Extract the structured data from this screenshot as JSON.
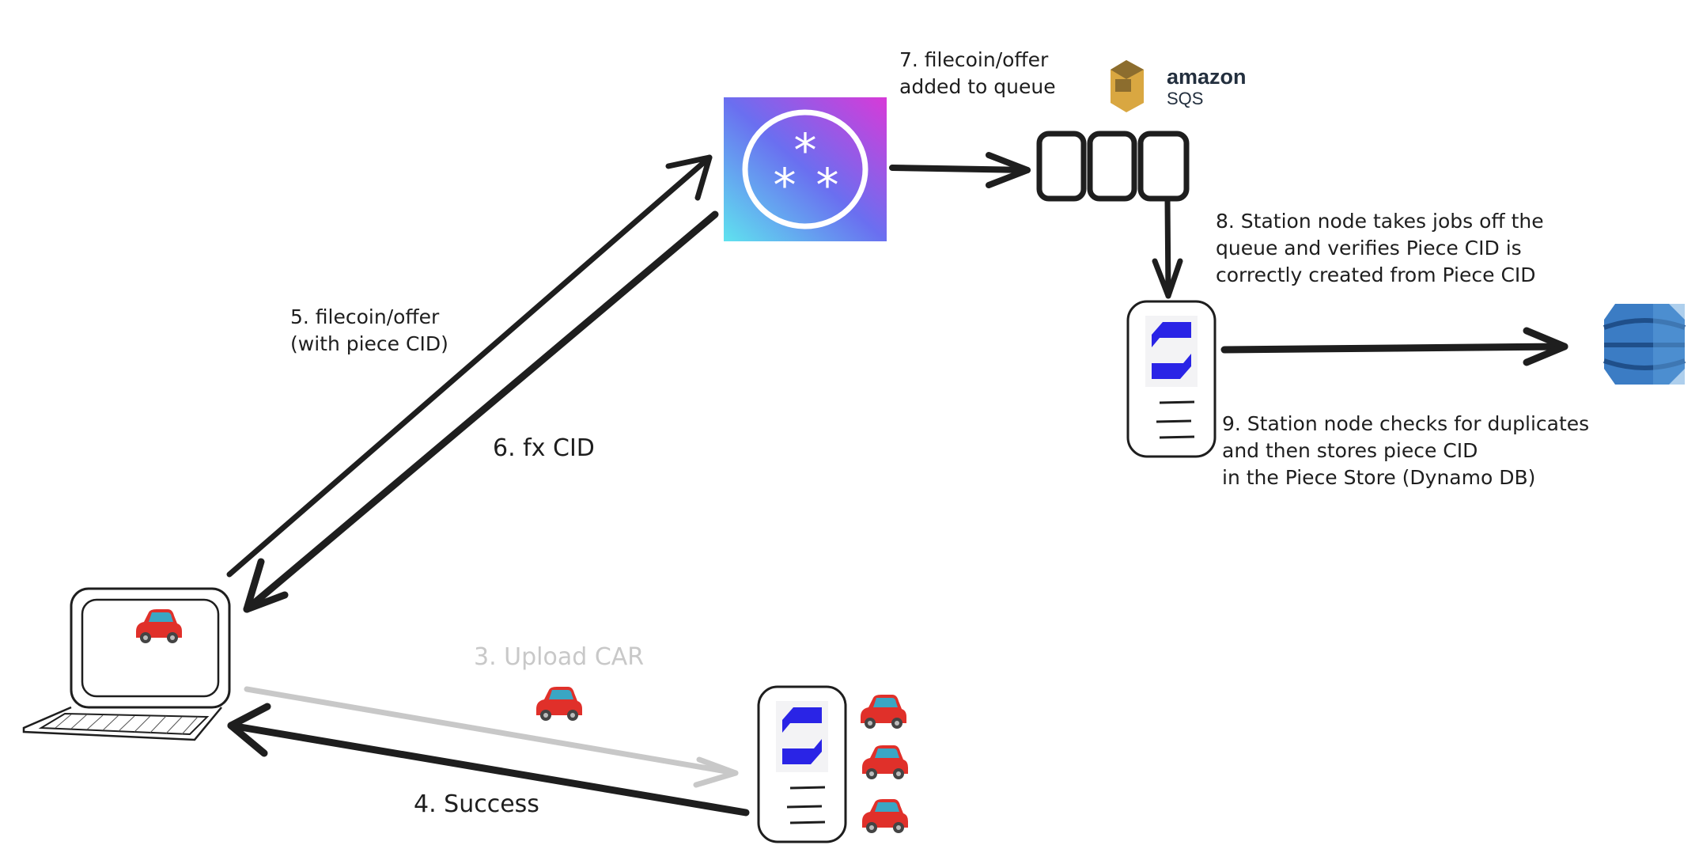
{
  "labels": {
    "step3": "3. Upload CAR",
    "step4": "4. Success",
    "step5_line1": "5. filecoin/offer",
    "step5_line2": "(with piece CID)",
    "step6": "6. fx CID",
    "step7_line1": "7. filecoin/offer",
    "step7_line2": "added to queue",
    "step8_line1": "8. Station node takes jobs off the",
    "step8_line2": "queue and verifies Piece CID is",
    "step8_line3": "correctly created from Piece CID",
    "step9_line1": "9. Station node checks for duplicates",
    "step9_line2": "and then stores piece CID",
    "step9_line3": "in the Piece Store (Dynamo DB)"
  },
  "logos": {
    "sqs_line1": "amazon",
    "sqs_line2": "SQS"
  },
  "colors": {
    "stroke": "#1e1e1e",
    "upload_arrow": "#c8c8c8",
    "storacha_blue": "#2a24e6",
    "sqs_gold": "#d9a741",
    "dynamo_blue": "#3b7cc4",
    "car_red": "#e0302a"
  },
  "icons": [
    "laptop-icon",
    "filecoin-logo",
    "amazon-sqs-logo",
    "queue-icon",
    "station-node-icon",
    "dynamodb-icon",
    "car-icon"
  ]
}
